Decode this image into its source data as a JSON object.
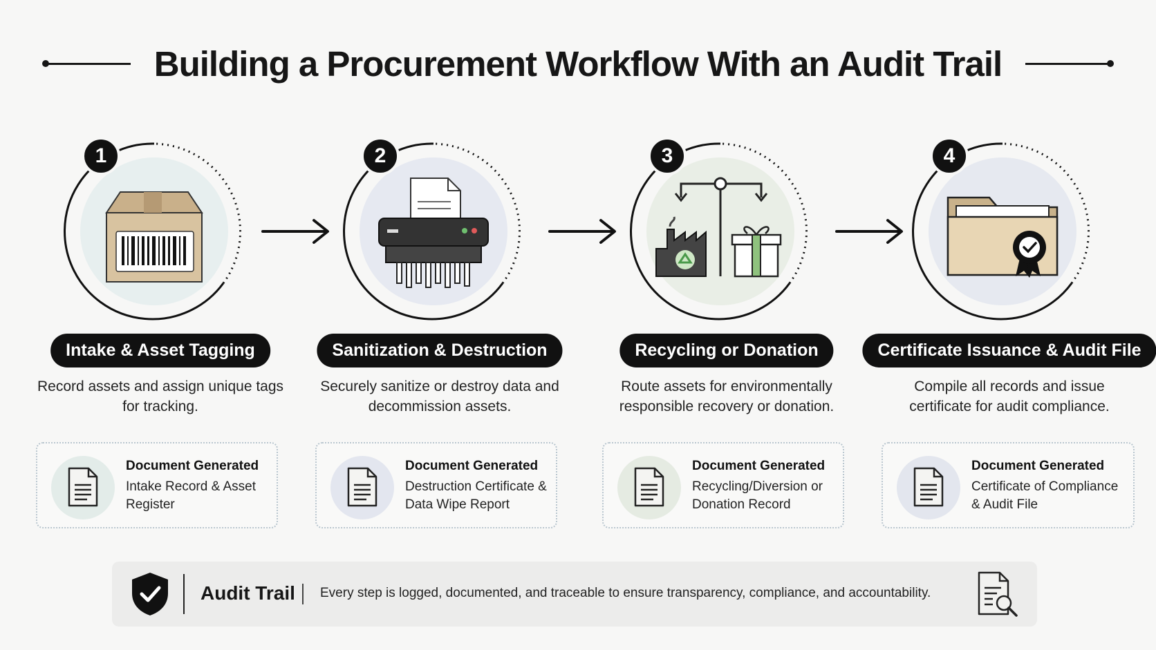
{
  "title": "Building a Procurement Workflow With an Audit Trail",
  "steps": [
    {
      "number": "1",
      "title": "Intake & Asset Tagging",
      "description": "Record assets and assign unique tags for tracking.",
      "icon": "barcode-box-icon",
      "doc_title": "Document Generated",
      "doc_text": "Intake Record & Asset Register",
      "accent": "#e6eeee"
    },
    {
      "number": "2",
      "title": "Sanitization & Destruction",
      "description": "Securely sanitize or destroy data and decommission assets.",
      "icon": "shredder-icon",
      "doc_title": "Document Generated",
      "doc_text": "Destruction Certificate & Data Wipe Report",
      "accent": "#e6e9f1"
    },
    {
      "number": "3",
      "title": "Recycling or Donation",
      "description": "Route assets for environmentally responsible recovery or donation.",
      "icon": "recycle-donate-icon",
      "doc_title": "Document Generated",
      "doc_text": "Recycling/Diversion or Donation Record",
      "accent": "#e9eee6"
    },
    {
      "number": "4",
      "title": "Certificate Issuance & Audit File",
      "description": "Compile all records and issue certificate for audit compliance.",
      "icon": "certificate-folder-icon",
      "doc_title": "Document Generated",
      "doc_text": "Certificate of Compliance & Audit File",
      "accent": "#e6e9f0"
    }
  ],
  "audit": {
    "title": "Audit Trail",
    "text": "Every step is logged, documented, and traceable to ensure transparency, compliance, and accountability."
  }
}
